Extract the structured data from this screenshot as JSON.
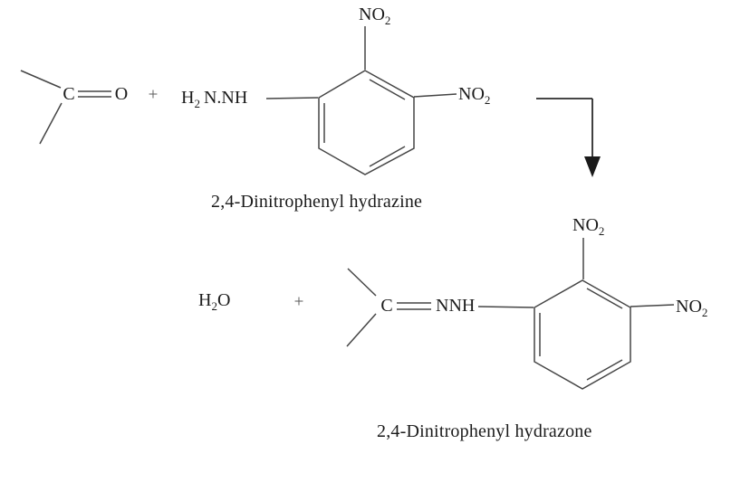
{
  "colors": {
    "background": "#ffffff",
    "bond_line": "#454545",
    "text": "#1c1c1c",
    "arrow": "#1a1a1a"
  },
  "diagram": {
    "reactants": {
      "carbonyl": {
        "carbon": "C",
        "oxygen": "O"
      },
      "plus": "+",
      "hydrazine_amine": {
        "pre": "H",
        "sub": "2",
        "post": "N.NH"
      },
      "ring1_no2_top": {
        "pre": "NO",
        "sub": "2"
      },
      "ring1_no2_right": {
        "pre": "NO",
        "sub": "2"
      },
      "reactant_label": "2,4-Dinitrophenyl hydrazine"
    },
    "products": {
      "water": {
        "pre": "H",
        "sub": "2",
        "post": "O"
      },
      "plus": "+",
      "hydrazone_carbon": "C",
      "hydrazone_nnh": "NNH",
      "ring2_no2_top": {
        "pre": "NO",
        "sub": "2"
      },
      "ring2_no2_right": {
        "pre": "NO",
        "sub": "2"
      },
      "product_label": "2,4-Dinitrophenyl hydrazone"
    }
  }
}
